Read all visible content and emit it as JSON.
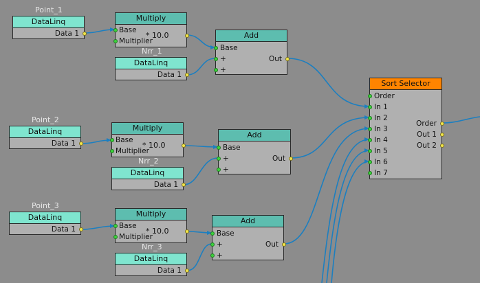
{
  "captions": {
    "point1": "Point_1",
    "point2": "Point_2",
    "point3": "Point_3",
    "nrr1": "Nrr_1",
    "nrr2": "Nrr_2",
    "nrr3": "Nrr_3"
  },
  "nodes": {
    "dataling_title": "DataLinq",
    "dataling_output": "Data 1",
    "multiply_title": "Multiply",
    "multiply_base": "Base",
    "multiply_multiplier": "Multiplier",
    "multiply_value": "* 10.0",
    "add_title": "Add",
    "add_base": "Base",
    "add_plus": "+",
    "add_out": "Out"
  },
  "sort_selector": {
    "title": "Sort Selector",
    "inputs": [
      "Order",
      "In 1",
      "In 2",
      "In 3",
      "In 4",
      "In 5",
      "In 6",
      "In 7"
    ],
    "outputs": [
      "Order",
      "Out 1",
      "Out 2"
    ]
  },
  "colors": {
    "canvas": "#8c8c8c",
    "node_body": "#b0b0b0",
    "header_teal": "#5dbdaf",
    "header_mint": "#7fe5cf",
    "header_orange": "#ff8400",
    "wire": "#1c7fc0",
    "port_green": "#3cd23c",
    "port_yellow": "#f2e64a"
  }
}
